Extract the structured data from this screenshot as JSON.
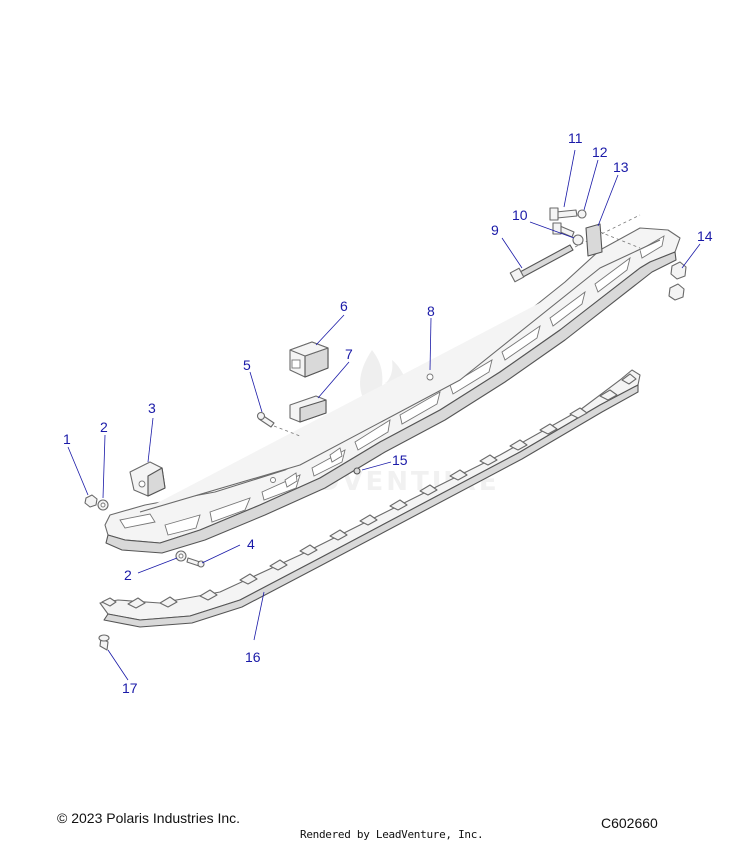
{
  "callouts": [
    "1",
    "2",
    "3",
    "4",
    "5",
    "6",
    "7",
    "8",
    "9",
    "10",
    "11",
    "12",
    "13",
    "14",
    "15",
    "16",
    "17",
    "2"
  ],
  "footer": {
    "copyright": "© 2023 Polaris Industries Inc.",
    "rendered_by": "Rendered by LeadVenture, Inc.",
    "drawing_number": "C602660"
  },
  "watermark": {
    "text": "LEADVENTURE",
    "icon": "flame-logo-icon"
  },
  "colors": {
    "callout": "#1a1aa8",
    "outline": "#6a6a6a",
    "watermark": "#e6e6e6"
  }
}
